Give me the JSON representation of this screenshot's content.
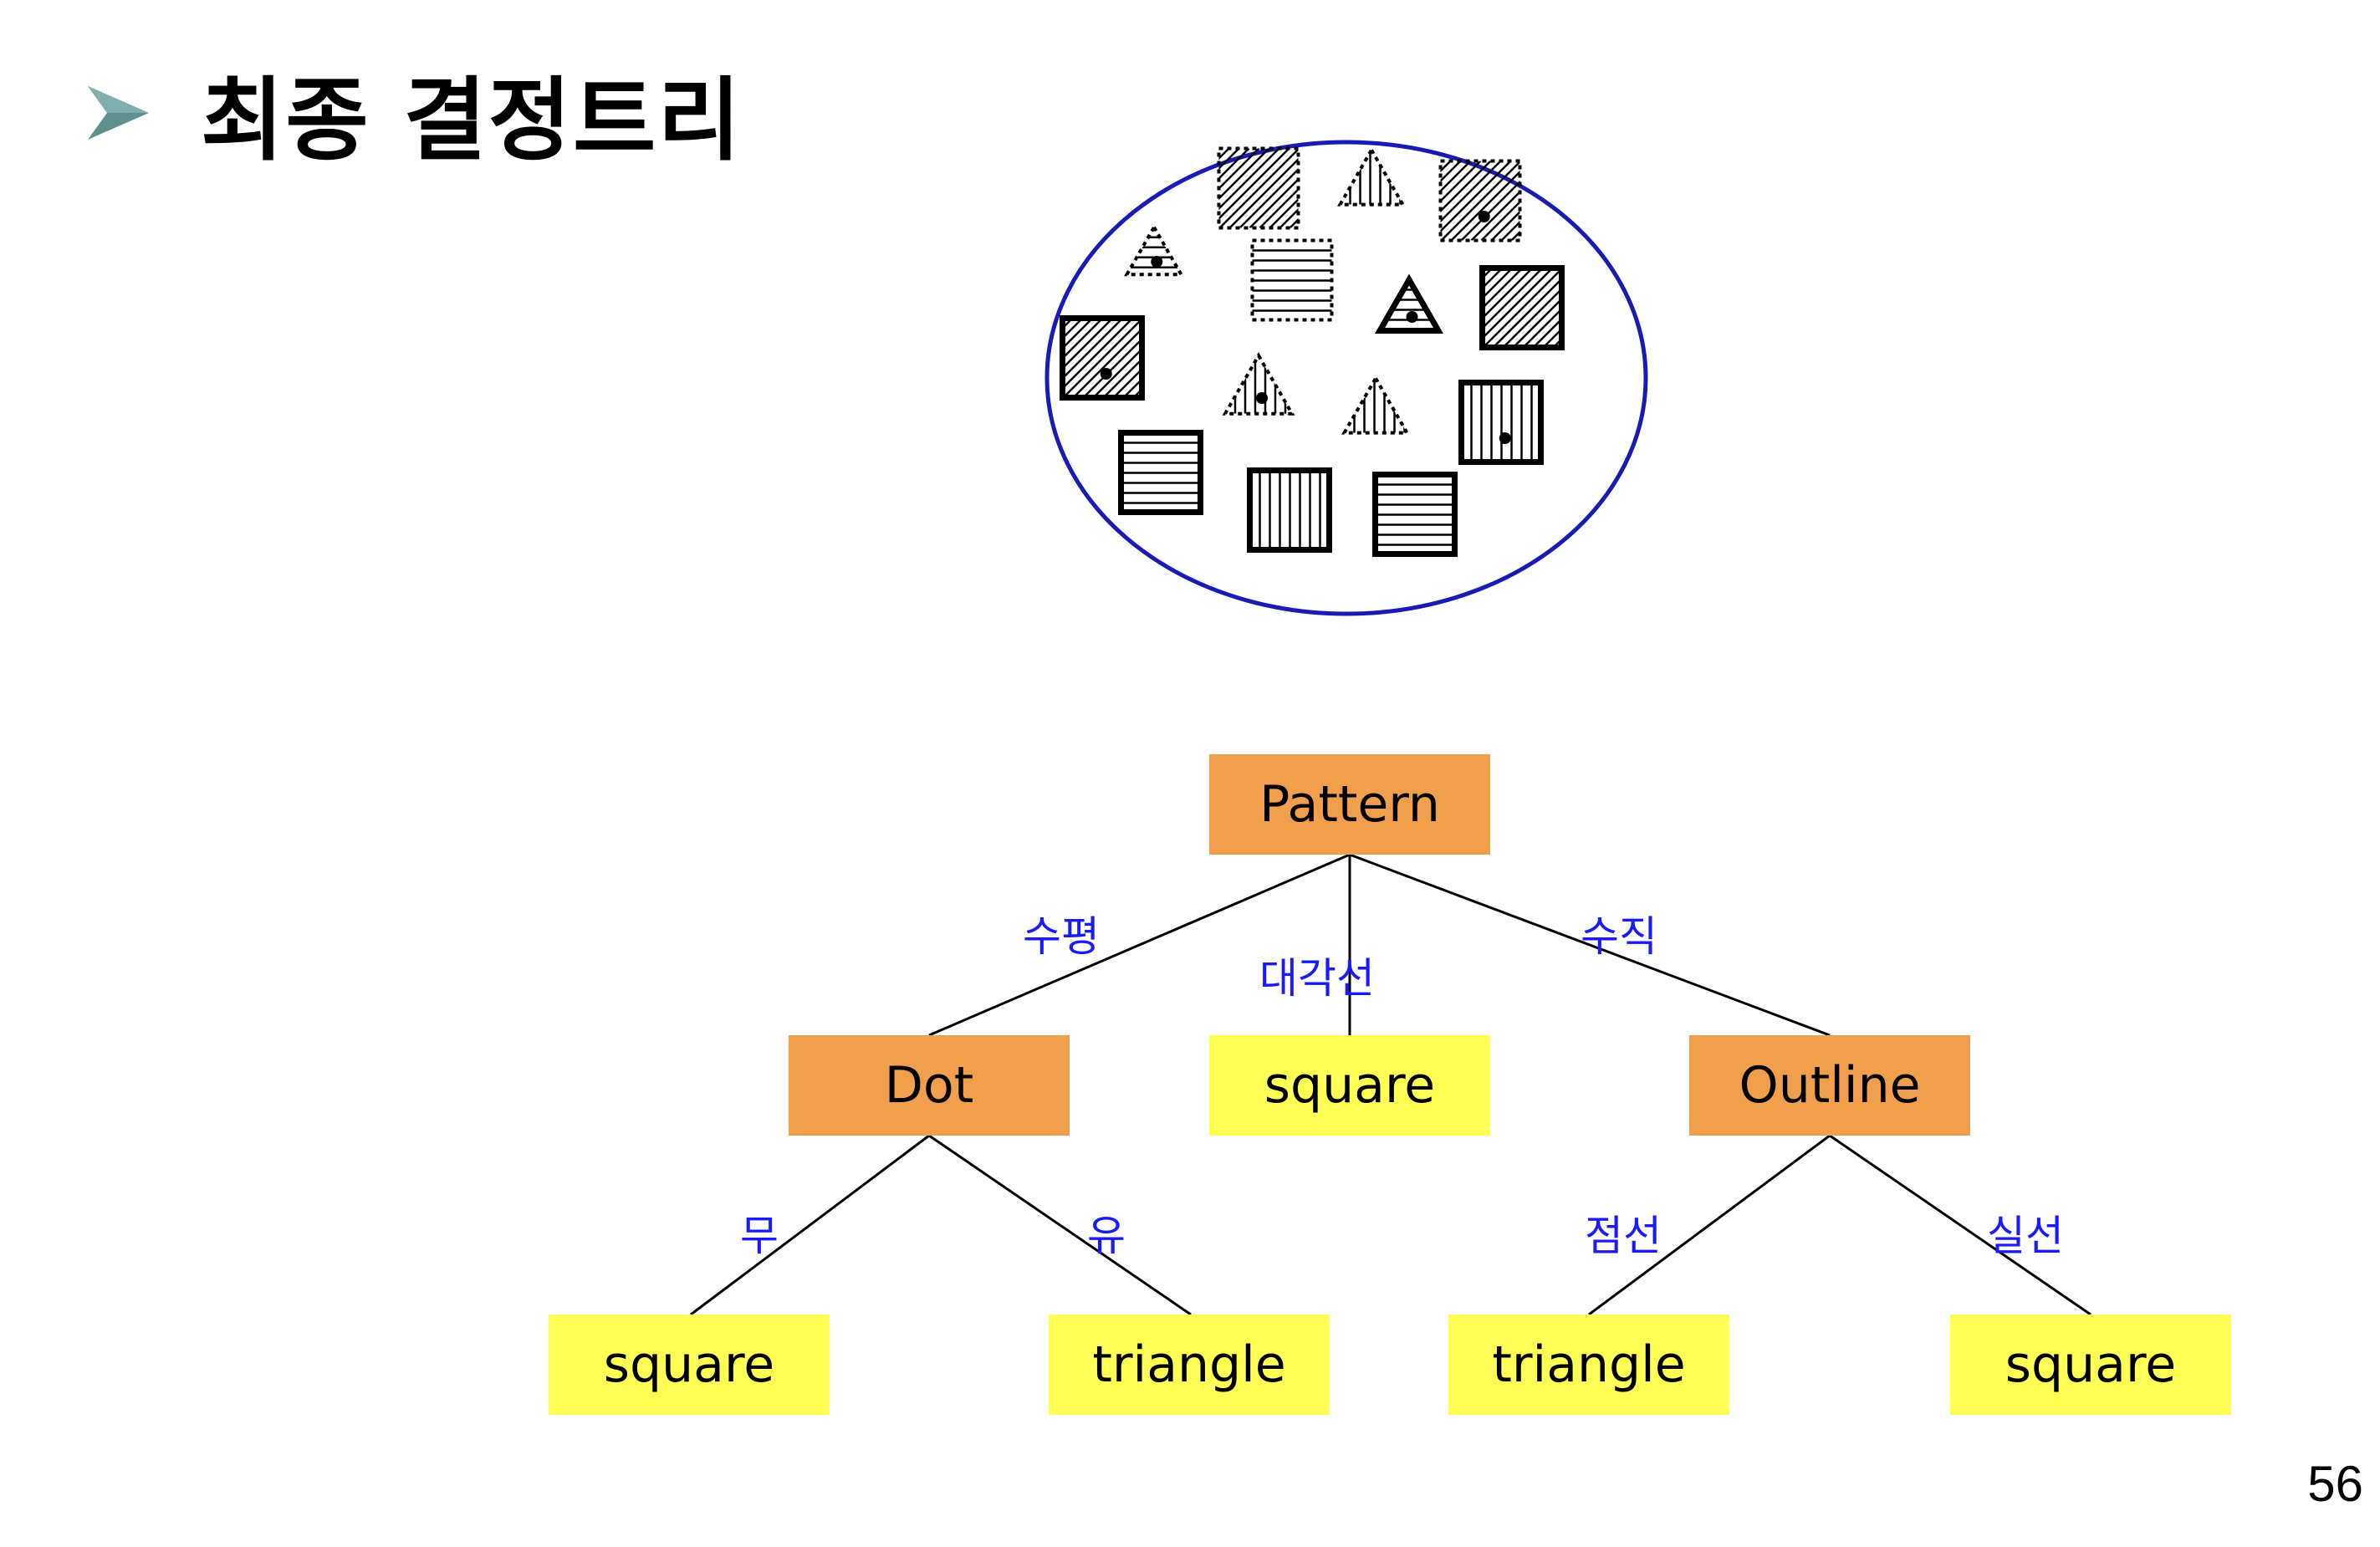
{
  "slide": {
    "title": "최종 결정트리",
    "page_number": "56",
    "bullet_icon": "arrow-bullet-icon",
    "colors": {
      "bullet": "#5f8f8e",
      "ellipse": "#1a1ab4",
      "attribute_node": "#f0a04c",
      "leaf_node": "#ffff55",
      "edge_label": "#1a1aff"
    }
  },
  "tree": {
    "root": {
      "label": "Pattern",
      "kind": "attribute"
    },
    "level1": [
      {
        "edge": "수평",
        "label": "Dot",
        "kind": "attribute"
      },
      {
        "edge": "대각선",
        "label": "square",
        "kind": "leaf"
      },
      {
        "edge": "수직",
        "label": "Outline",
        "kind": "attribute"
      }
    ],
    "level2": [
      {
        "parent": "Dot",
        "edge": "무",
        "label": "square",
        "kind": "leaf"
      },
      {
        "parent": "Dot",
        "edge": "유",
        "label": "triangle",
        "kind": "leaf"
      },
      {
        "parent": "Outline",
        "edge": "점선",
        "label": "triangle",
        "kind": "leaf"
      },
      {
        "parent": "Outline",
        "edge": "실선",
        "label": "square",
        "kind": "leaf"
      }
    ]
  },
  "examples": [
    {
      "shape": "square",
      "fill": "diagonal",
      "outline": "dotted",
      "dot": false
    },
    {
      "shape": "triangle",
      "fill": "vertical",
      "outline": "dotted",
      "dot": false
    },
    {
      "shape": "square",
      "fill": "diagonal",
      "outline": "dotted",
      "dot": true
    },
    {
      "shape": "triangle",
      "fill": "horizontal",
      "outline": "dotted",
      "dot": true
    },
    {
      "shape": "square",
      "fill": "horizontal",
      "outline": "dotted",
      "dot": false
    },
    {
      "shape": "triangle",
      "fill": "horizontal",
      "outline": "solid",
      "dot": true
    },
    {
      "shape": "square",
      "fill": "diagonal",
      "outline": "solid",
      "dot": false
    },
    {
      "shape": "square",
      "fill": "diagonal",
      "outline": "solid",
      "dot": true
    },
    {
      "shape": "triangle",
      "fill": "vertical",
      "outline": "dotted",
      "dot": true
    },
    {
      "shape": "triangle",
      "fill": "vertical",
      "outline": "dotted",
      "dot": false
    },
    {
      "shape": "square",
      "fill": "vertical",
      "outline": "solid",
      "dot": true
    },
    {
      "shape": "square",
      "fill": "horizontal",
      "outline": "solid",
      "dot": false
    },
    {
      "shape": "square",
      "fill": "vertical",
      "outline": "solid",
      "dot": false
    },
    {
      "shape": "square",
      "fill": "horizontal",
      "outline": "solid",
      "dot": false
    }
  ]
}
